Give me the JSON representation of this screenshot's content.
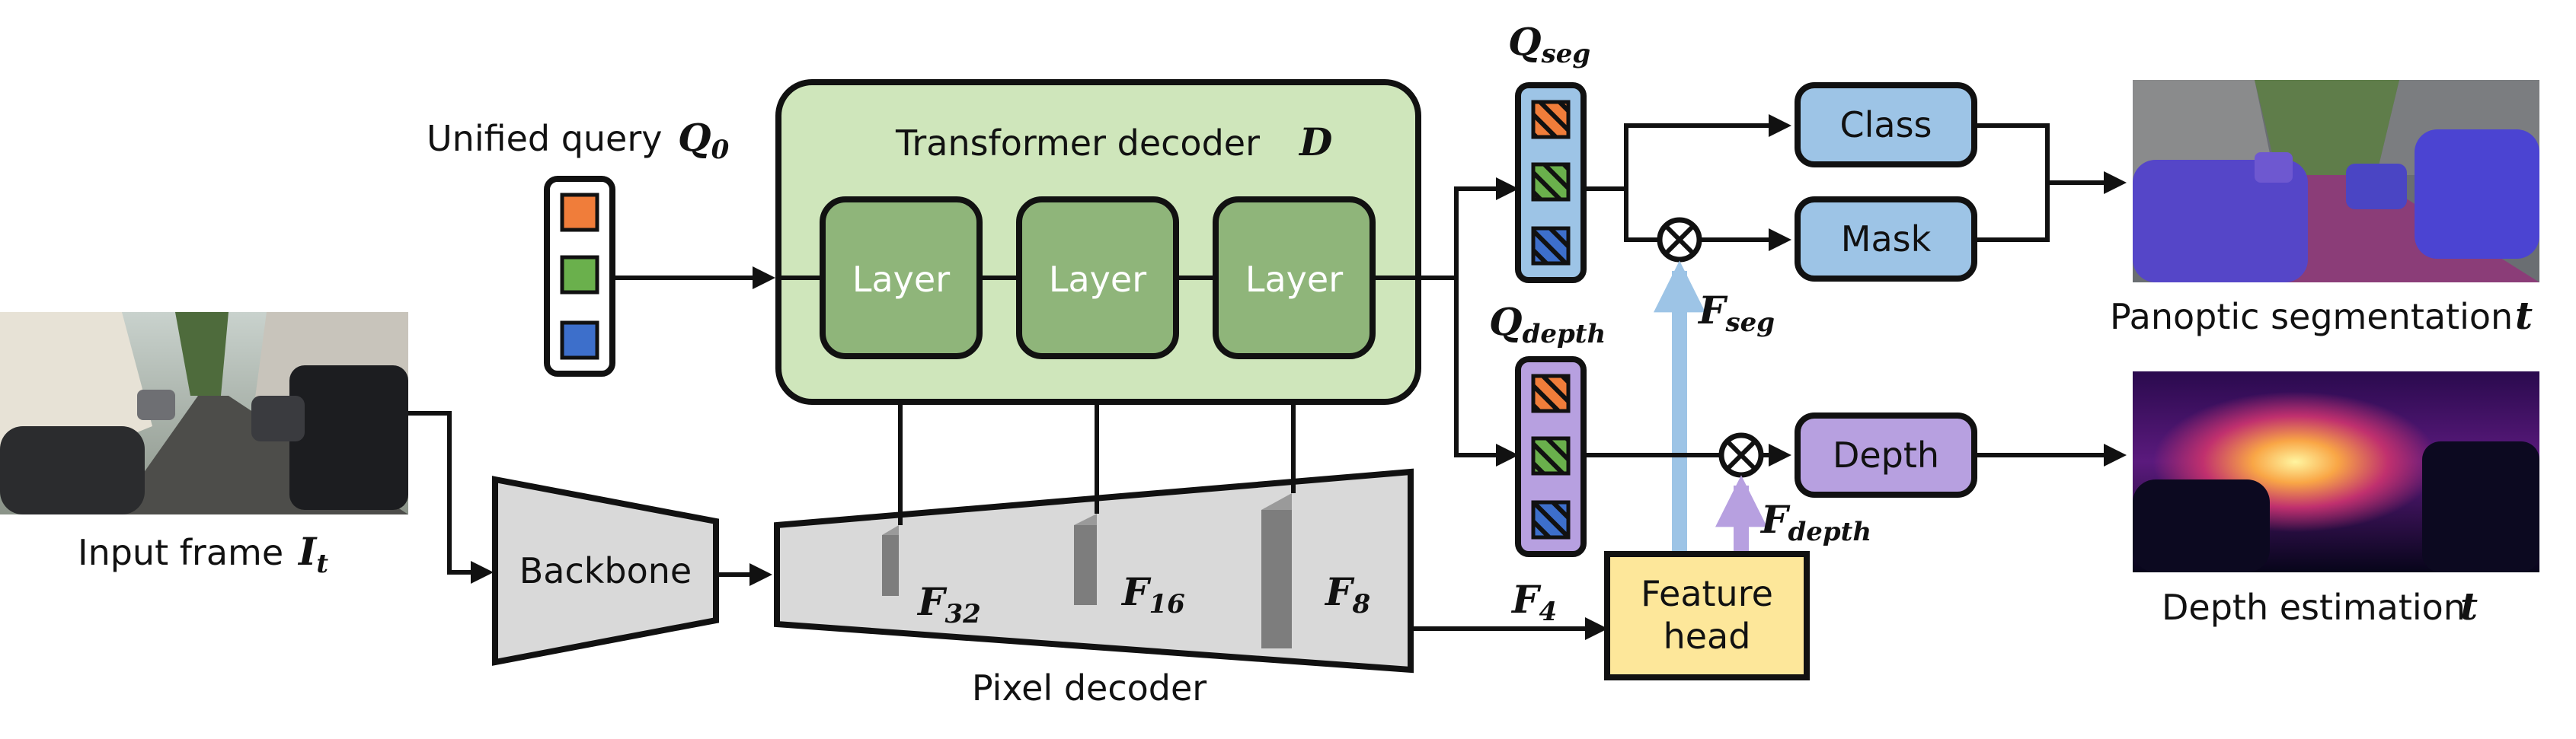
{
  "colors": {
    "transformer_bg": "#cfe6bb",
    "layer_bg": "#8fb57a",
    "class_mask_bg": "#9dc4e6",
    "depth_bg": "#b7a0e0",
    "feature_head_bg": "#fde79a",
    "backbone_bg": "#d9d9d9",
    "query_orange": "#f07d3a",
    "query_green": "#6ab04c",
    "query_blue": "#3d6fcb",
    "fseg_arrow": "#9dc4e6",
    "fdepth_arrow": "#b7a0e0",
    "seg_column_bg": "#9dc4e6",
    "depth_column_bg": "#b7a0e0"
  },
  "labels": {
    "unified_query": "Unified query",
    "q0_sym": "Q",
    "q0_sub": "0",
    "transformer": "Transformer decoder",
    "transformer_sym": "D",
    "layer": "Layer",
    "qseg_sym": "Q",
    "qseg_sub": "seg",
    "qdepth_sym": "Q",
    "qdepth_sub": "depth",
    "class": "Class",
    "mask": "Mask",
    "depth": "Depth",
    "fseg_sym": "F",
    "fseg_sub": "seg",
    "fdepth_sym": "F",
    "fdepth_sub": "depth",
    "feature_head_l1": "Feature",
    "feature_head_l2": "head",
    "backbone": "Backbone",
    "pixel_decoder": "Pixel decoder",
    "f32_sym": "F",
    "f32_sub": "32",
    "f16_sym": "F",
    "f16_sub": "16",
    "f8_sym": "F",
    "f8_sub": "8",
    "f4_sym": "F",
    "f4_sub": "4",
    "input_frame": "Input frame",
    "it_sym": "I",
    "it_sub": "t",
    "panoptic": "Panoptic segmentation",
    "panoptic_t": "t",
    "depth_estimation": "Depth estimation",
    "depth_est_t": "t",
    "otimes": "⊗"
  },
  "icons": [
    "otimes-icon",
    "arrow-icon",
    "street-photo",
    "segmentation-map",
    "depth-map"
  ]
}
